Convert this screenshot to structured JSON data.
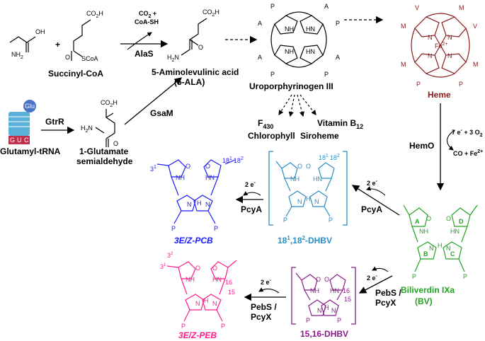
{
  "colors": {
    "black": "#000000",
    "heme": "#8b1a1a",
    "pcb": "#1a1aff",
    "dhbv18": "#2a8fc4",
    "bv": "#22a322",
    "dhbv15": "#8b1a8b",
    "peb": "#ff1a8c",
    "trna_body": "#5ab0d8",
    "trna_base": "#c0304a",
    "glu_ball": "#4a74c9"
  },
  "molecules": {
    "glycine_atom_o": "OH",
    "glycine_atom_n": "NH",
    "plus": "+",
    "succinyl_coa": {
      "label": "Succinyl-CoA",
      "co2h": "CO",
      "sco": "SCoA",
      "o": "O"
    },
    "ala": {
      "label_line1": "5-Aminolevulinic acid",
      "label_line2": "(5-ALA)",
      "co2h": "CO",
      "h2n": "H",
      "o": "O"
    },
    "uro": {
      "label": "Uroporphyrinogen III",
      "p": "P",
      "a": "A",
      "nh": "NH",
      "hn": "HN"
    },
    "heme": {
      "label": "Heme",
      "v": "V",
      "m": "M",
      "p": "P",
      "fe": "Fe",
      "n": "N"
    },
    "glutamyl_trna": {
      "label": "Glutamyl-tRNA",
      "glu": "Glu",
      "bases": [
        "G",
        "U",
        "C"
      ]
    },
    "glutamate_sa": {
      "label_line1": "1-Glutamate",
      "label_line2": "semialdehyde",
      "co2h": "CO",
      "h2n": "H",
      "o": "O"
    },
    "f430": {
      "f": "F",
      "sub": "430"
    },
    "chlorophyll": "Chlorophyll",
    "siroheme": "Siroheme",
    "vitamin_b12": {
      "text": "Vitamin B",
      "sub": "12"
    },
    "pcb": {
      "label": "3E/Z-PCB",
      "nums": [
        "3",
        "1",
        "18",
        "1",
        "18",
        "2"
      ]
    },
    "dhbv18": {
      "label": "18",
      "label_sup1": "1",
      "label_mid": ",18",
      "label_sup2": "2",
      "label_end": "-DHBV"
    },
    "bv": {
      "label_line1": "Biliverdin IXa",
      "label_line2": "(BV)",
      "rings": [
        "A",
        "B",
        "C",
        "D"
      ]
    },
    "dhbv15": {
      "label": "15,16-DHBV",
      "nums": [
        "16",
        "15"
      ]
    },
    "peb": {
      "label": "3E/Z-PEB",
      "nums": [
        "3",
        "2",
        "3",
        "1",
        "16",
        "15"
      ]
    }
  },
  "enzymes": {
    "alas": "AlaS",
    "co2_coa": [
      "CO",
      " + ",
      "CoA-SH"
    ],
    "gtrr": "GtrR",
    "gsam": "GsaM",
    "hemo": "HemO",
    "hemo_in": "7 e",
    "hemo_in2": " + 3 O",
    "hemo_out": "CO + Fe",
    "pcya": "PcyA",
    "pcya2": "PcyA",
    "pebs_pcyx": [
      "PebS /",
      "PcyX"
    ],
    "pebs_pcyx2": [
      "PebS /",
      "PcyX"
    ],
    "electrons": "2 e"
  }
}
